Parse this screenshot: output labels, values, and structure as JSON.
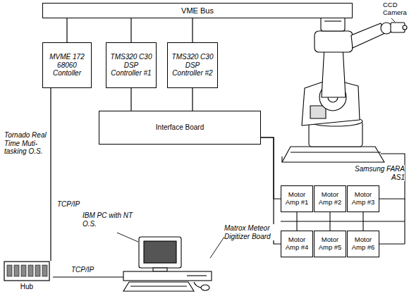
{
  "diagram": {
    "nodes": [
      {
        "text": [
          "VME Bus"
        ]
      },
      {
        "text": [
          "MVME 172 68060 Contoller"
        ]
      },
      {
        "text": [
          "TMS320 C30 DSP Controller #1"
        ]
      },
      {
        "text": [
          "TMS320 C30 DSP Controller #2"
        ]
      },
      {
        "text": [
          "Interface Board"
        ]
      },
      {
        "text": [
          "Motor Amp #1"
        ]
      },
      {
        "text": [
          "Motor Amp #2"
        ]
      },
      {
        "text": [
          "Motor Amp #3"
        ]
      },
      {
        "text": [
          "Motor Amp #4"
        ]
      },
      {
        "text": [
          "Motor Amp #5"
        ]
      },
      {
        "text": [
          "Motor Amp #6"
        ]
      },
      {
        "text": [
          "Hub"
        ]
      },
      {
        "text": [
          "IBM PC with NT O.S."
        ]
      }
    ],
    "edges": [
      {
        "from": 1,
        "to": 0,
        "arrow": "none"
      },
      {
        "from": 2,
        "to": 0,
        "arrow": "none"
      },
      {
        "from": 3,
        "to": 0,
        "arrow": "none"
      },
      {
        "from": 2,
        "to": 4,
        "arrow": "none"
      },
      {
        "from": 3,
        "to": 4,
        "arrow": "none"
      },
      {
        "from": 4,
        "to": 5,
        "arrow": "none"
      },
      {
        "from": 4,
        "to": 8,
        "arrow": "none"
      },
      {
        "from": 1,
        "to": 11,
        "label": "TCP/IP",
        "arrow": "none"
      },
      {
        "from": 11,
        "to": 12,
        "label": "TCP/IP",
        "arrow": "none"
      }
    ],
    "labels": [
      "Tornado Real Time Muti-tasking O.S.",
      "CCD Camera",
      "Samsung FARA AS1",
      "Matrox Meteor Digitizer Board"
    ]
  }
}
